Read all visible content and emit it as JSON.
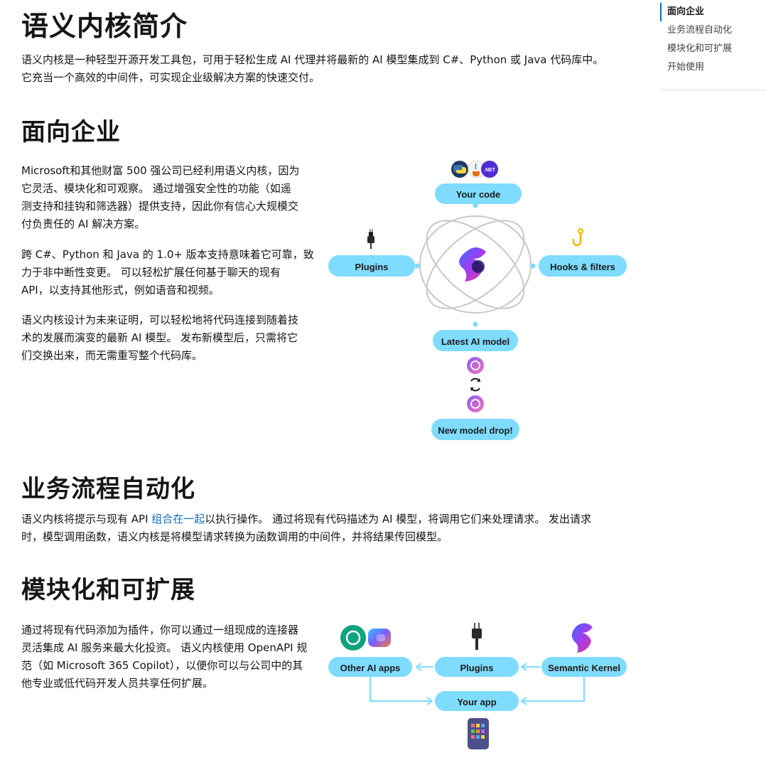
{
  "page": {
    "title": "语义内核简介",
    "intro_line1": "语义内核是一种轻型开源开发工具包，可用于轻松生成 AI 代理并将最新的 AI 模型集成到 C#、Python 或 Java 代码库中。",
    "intro_line2": "它充当一个高效的中间件，可实现企业级解决方案的快速交付。"
  },
  "toc": {
    "items": [
      "面向企业",
      "业务流程自动化",
      "模块化和可扩展",
      "开始使用"
    ]
  },
  "enterprise": {
    "heading": "面向企业",
    "p1": [
      "Microsoft和其他财富 500 强公司已经利用语义内核，因为",
      "它灵活、模块化和可观察。 通过增强安全性的功能（如遥",
      "测支持和挂钩和筛选器）提供支持，因此你有信心大规模交",
      "付负责任的 AI 解决方案。"
    ],
    "p2": [
      "跨 C#、Python 和 Java 的 1.0+ 版本支持意味着它可靠，致",
      "力于非中断性变更。 可以轻松扩展任何基于聊天的现有",
      "API，以支持其他形式，例如语音和视频。"
    ],
    "p3": [
      "语义内核设计为未来证明，可以轻松地将代码连接到随着技",
      "术的发展而演变的最新 AI 模型。 发布新模型后，只需将它",
      "们交换出来，而无需重写整个代码库。"
    ],
    "diagram": {
      "your_code": "Your code",
      "plugins": "Plugins",
      "hooks": "Hooks & filters",
      "latest_model": "Latest AI model",
      "new_model": "New model drop!",
      "net_badge": ".NET"
    }
  },
  "automation": {
    "heading": "业务流程自动化",
    "line1_pre": "语义内核将提示与现有 API ",
    "line1_link": "组合在一起",
    "line1_post": "以执行操作。 通过将现有代码描述为 AI 模型，将调用它们来处理请求。 发出请求",
    "line2": "时，模型调用函数，语义内核是将模型请求转换为函数调用的中间件，并将结果传回模型。"
  },
  "modular": {
    "heading": "模块化和可扩展",
    "p1": [
      "通过将现有代码添加为插件，你可以通过一组现成的连接器",
      "灵活集成 AI 服务来最大化投资。 语义内核使用 OpenAPI 规",
      "范（如 Microsoft 365 Copilot），以便你可以与公司中的其",
      "他专业或低代码开发人员共享任何扩展。"
    ],
    "diagram": {
      "other_apps": "Other AI apps",
      "plugins": "Plugins",
      "semantic_kernel": "Semantic Kernel",
      "your_app": "Your app"
    }
  },
  "colors": {
    "pill": "#7fdcff",
    "accent": "#0f6cbd",
    "orbit": "#c8c8c8"
  }
}
